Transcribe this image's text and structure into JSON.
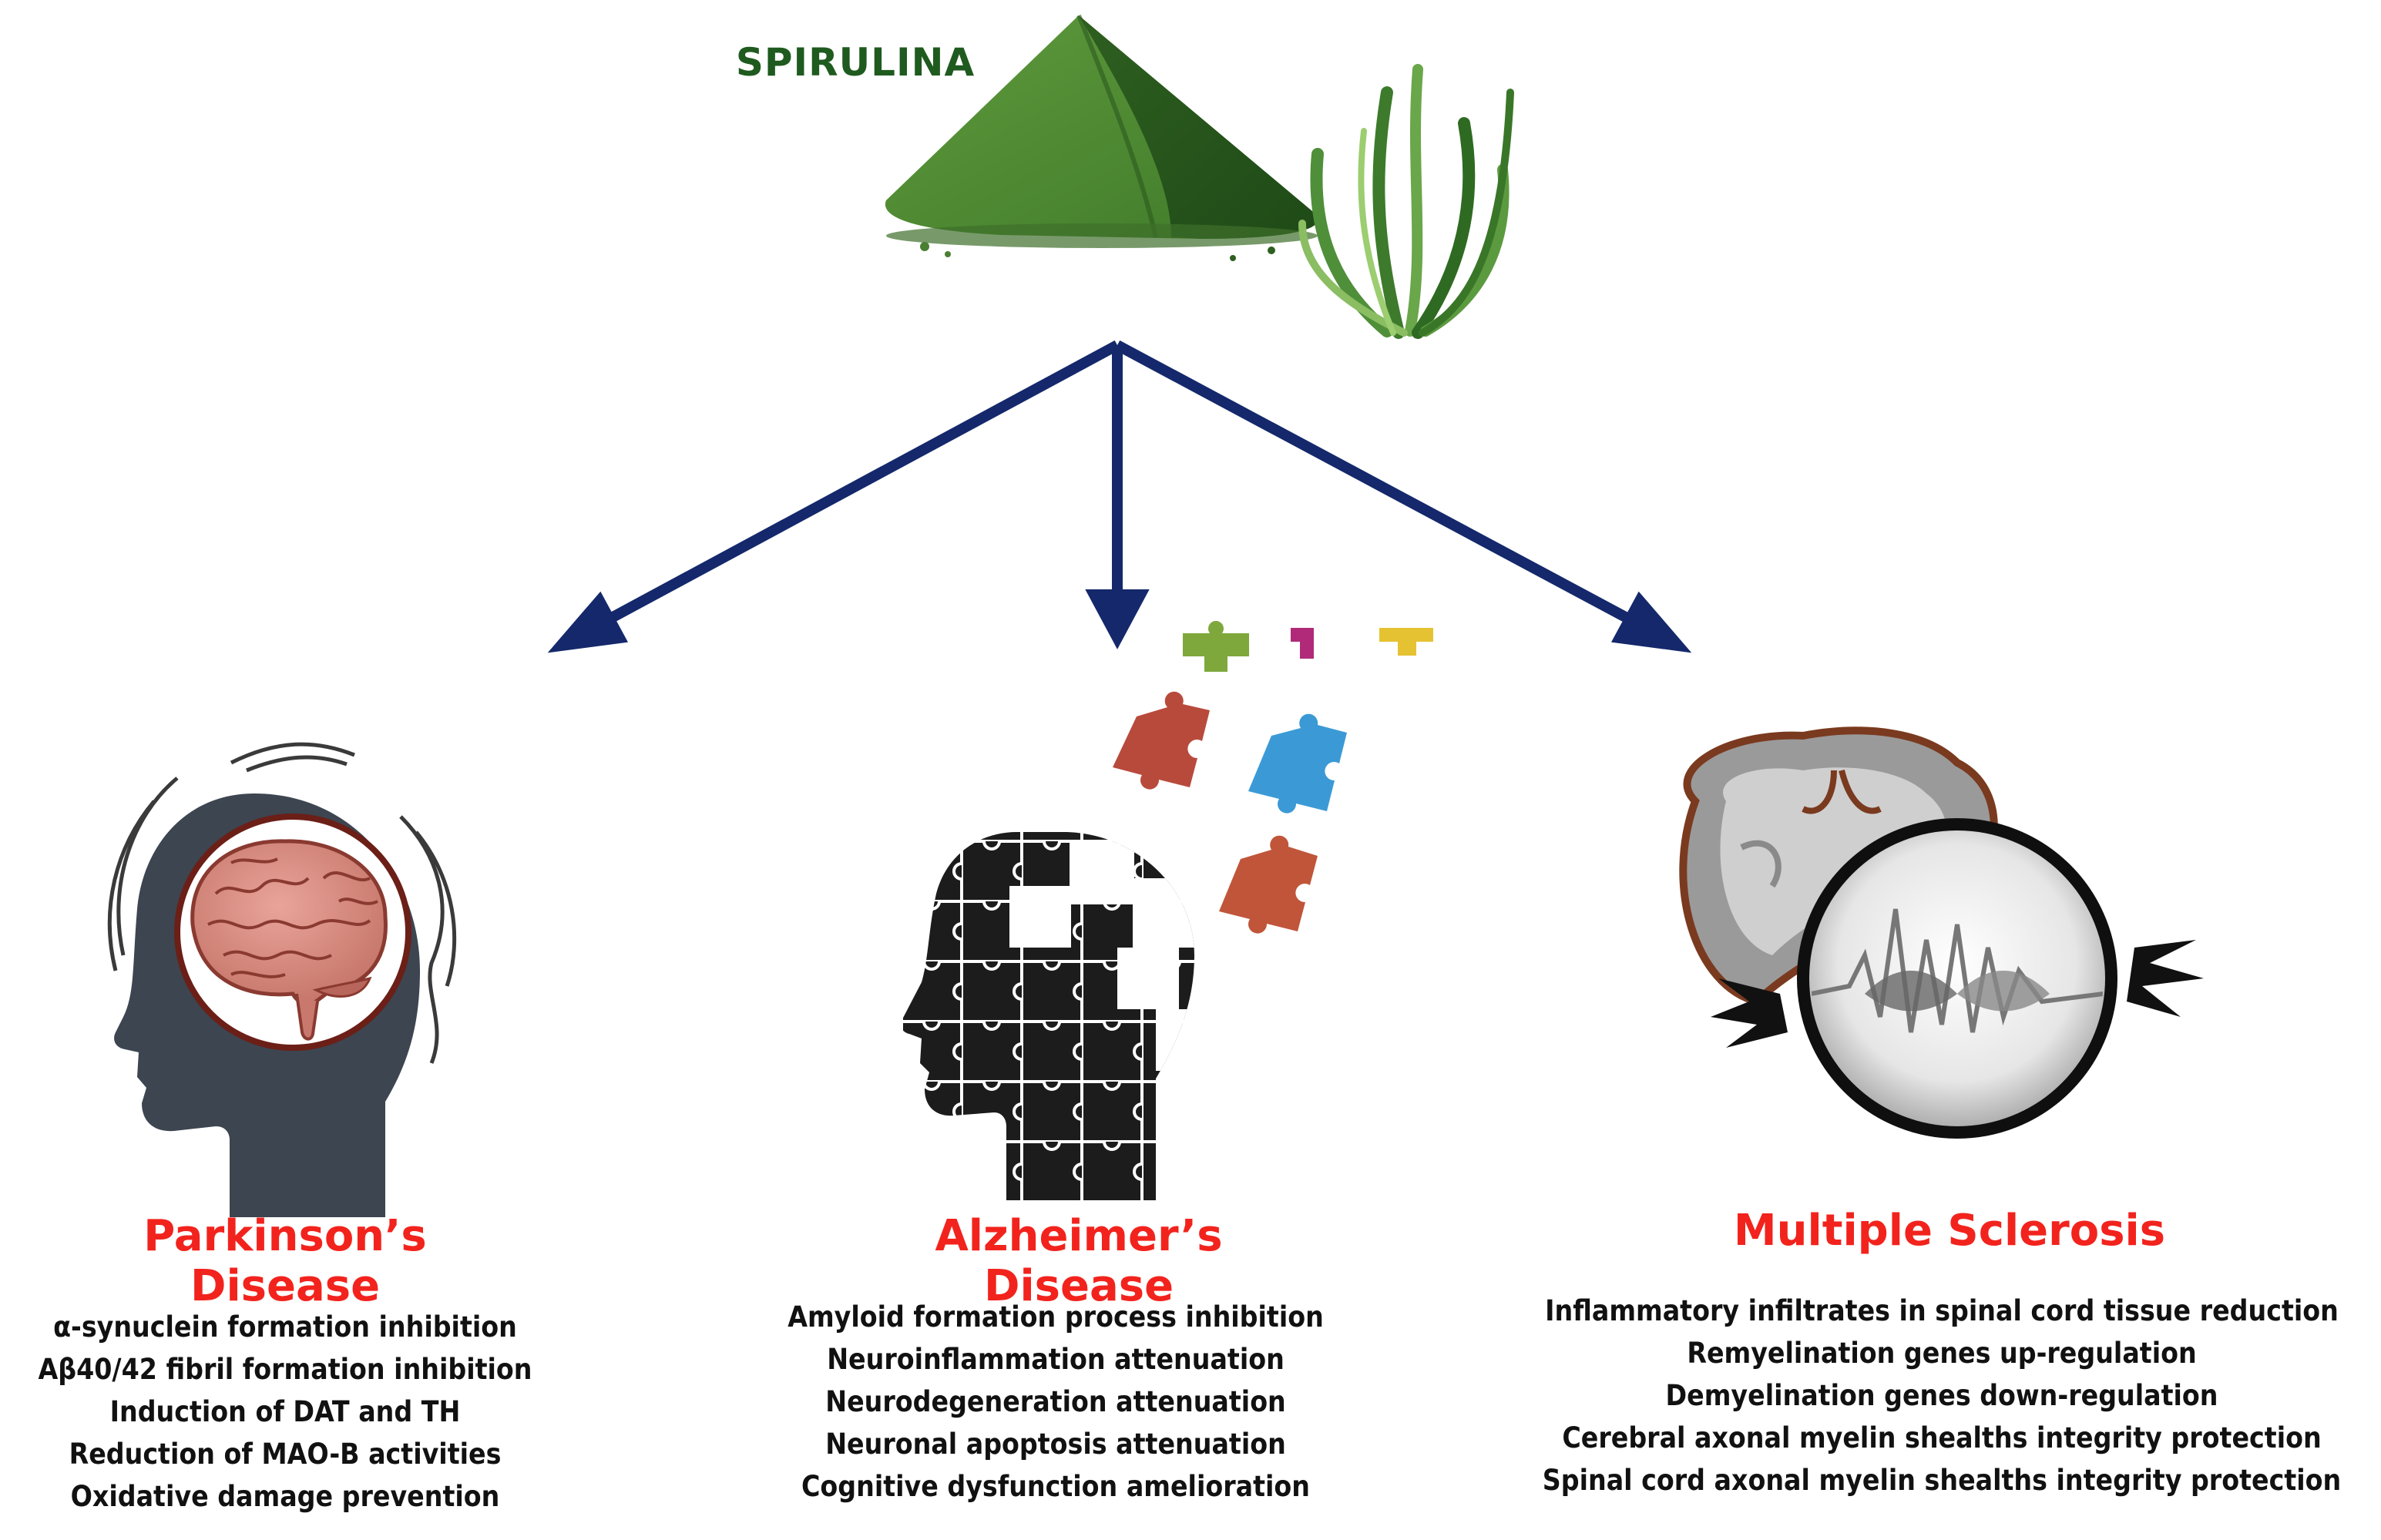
{
  "source": {
    "label": "SPIRULINA",
    "label_color": "#1f5a1f"
  },
  "arrow_color": "#14286b",
  "diseases": [
    {
      "name": "Parkinson’s Disease",
      "effects": [
        "α-synuclein formation inhibition",
        "Aβ40/42 fibril formation inhibition",
        "Induction of DAT and TH",
        "Reduction of MAO-B activities",
        "Oxidative damage prevention"
      ]
    },
    {
      "name": "Alzheimer’s Disease",
      "effects": [
        "Amyloid formation process inhibition",
        "Neuroinflammation attenuation",
        "Neurodegeneration attenuation",
        "Neuronal apoptosis attenuation",
        "Cognitive dysfunction amelioration"
      ]
    },
    {
      "name": "Multiple Sclerosis",
      "effects": [
        "Inflammatory infiltrates in spinal cord tissue reduction",
        "Remyelination genes up-regulation",
        "Demyelination  genes down-regulation",
        "Cerebral axonal myelin shealths integrity protection",
        "Spinal cord axonal myelin shealths integrity protection"
      ]
    }
  ],
  "title_color": "#f2231d"
}
